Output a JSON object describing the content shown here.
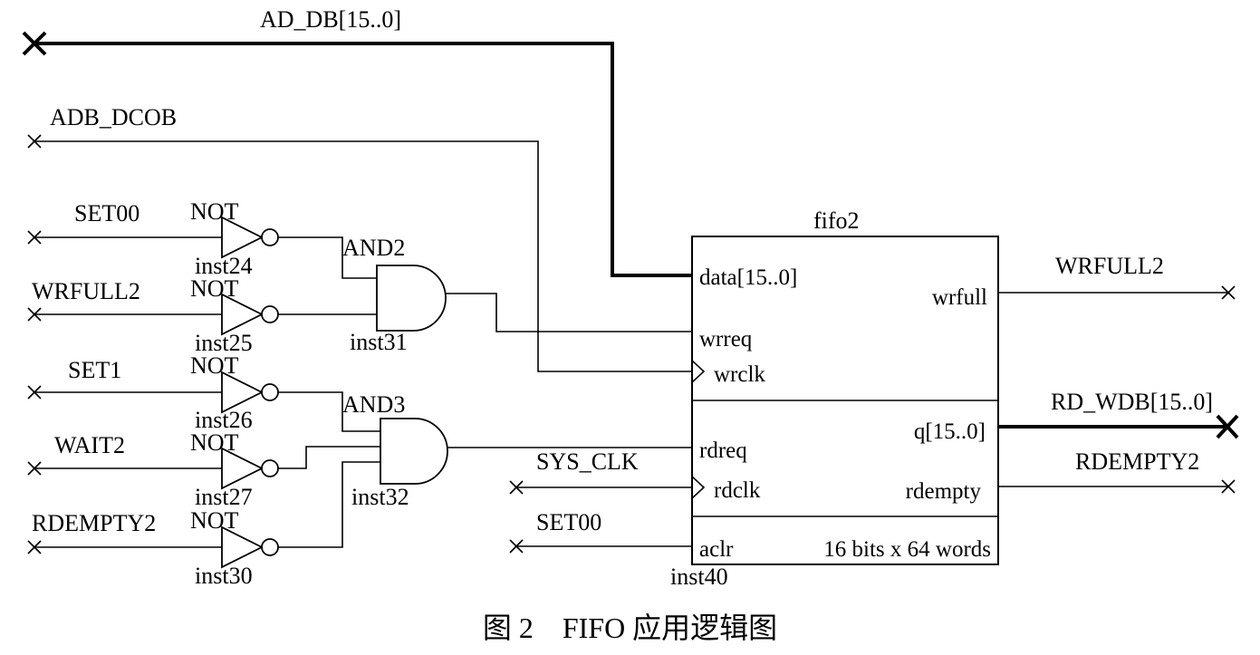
{
  "signals": {
    "ad_db": "AD_DB[15..0]",
    "adb_dcob": "ADB_DCOB",
    "set00": "SET00",
    "wrfull2": "WRFULL2",
    "set1": "SET1",
    "wait2": "WAIT2",
    "rdempty2": "RDEMPTY2",
    "sys_clk": "SYS_CLK",
    "set00_b": "SET00",
    "wrfull2_out": "WRFULL2",
    "rd_wdb": "RD_WDB[15..0]",
    "rdempty2_out": "RDEMPTY2"
  },
  "gates": {
    "not_label": "NOT",
    "not_instances": [
      "inst24",
      "inst25",
      "inst26",
      "inst27",
      "inst30"
    ],
    "and2_label": "AND2",
    "and2_inst": "inst31",
    "and3_label": "AND3",
    "and3_inst": "inst32"
  },
  "fifo": {
    "title": "fifo2",
    "instance": "inst40",
    "ports": {
      "data": "data[15..0]",
      "wrreq": "wrreq",
      "wrclk": "wrclk",
      "rdreq": "rdreq",
      "rdclk": "rdclk",
      "aclr": "aclr",
      "wrfull": "wrfull",
      "q": "q[15..0]",
      "rdempty": "rdempty"
    },
    "size": "16 bits x 64 words"
  },
  "caption": "图 2　FIFO 应用逻辑图"
}
